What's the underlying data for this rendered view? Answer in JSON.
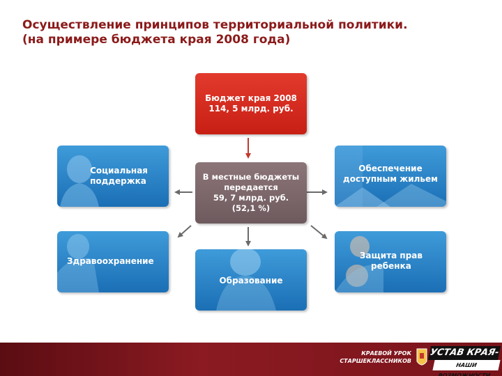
{
  "title": {
    "line1": "Осуществление принципов территориальной политики.",
    "line2": "(на примере бюджета края 2008 года)"
  },
  "nodes": {
    "budget": "Бюджет края 2008\n114, 5 млрд. руб.",
    "local": "В местные бюджеты\nпередается\n59, 7 млрд. руб.\n(52,1 %)",
    "social": "Социальная\nподдержка",
    "housing": "Обеспечение\nдоступным жильем",
    "health": "Здравоохранение",
    "education": "Образование",
    "children": "Защита прав\nребенка"
  },
  "footer": {
    "lesson": "КРАЕВОЙ УРОК\nСТАРШЕКЛАССНИКОВ",
    "badge_top": "УСТАВ КРАЯ-",
    "badge_bottom": "НАШИ ВОЗМОЖНОСТИ"
  },
  "colors": {
    "title": "#8b1a1a",
    "budget_box": "#d42b20",
    "local_box": "#7d676b",
    "topic_box": "#2b83c8",
    "arrow": "#666666",
    "footer": "#7a141b"
  }
}
